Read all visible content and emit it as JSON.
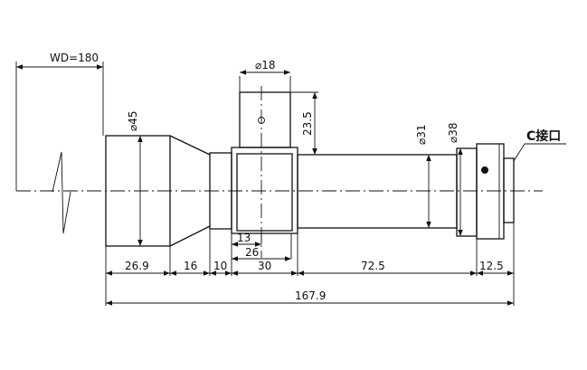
{
  "drawing": {
    "working_distance_label": "WD=180",
    "mount_label": "C接口",
    "diameters": {
      "front": "⌀45",
      "top_port": "⌀18",
      "barrel": "⌀31",
      "mount": "⌀38"
    },
    "heights": {
      "top_port": "23.5"
    },
    "lengths": {
      "front": "26.9",
      "taper": "16",
      "neck": "10",
      "collar": "30",
      "barrel": "72.5",
      "mount": "12.5",
      "total": "167.9",
      "sub_13": "13",
      "sub_26": "26"
    }
  }
}
